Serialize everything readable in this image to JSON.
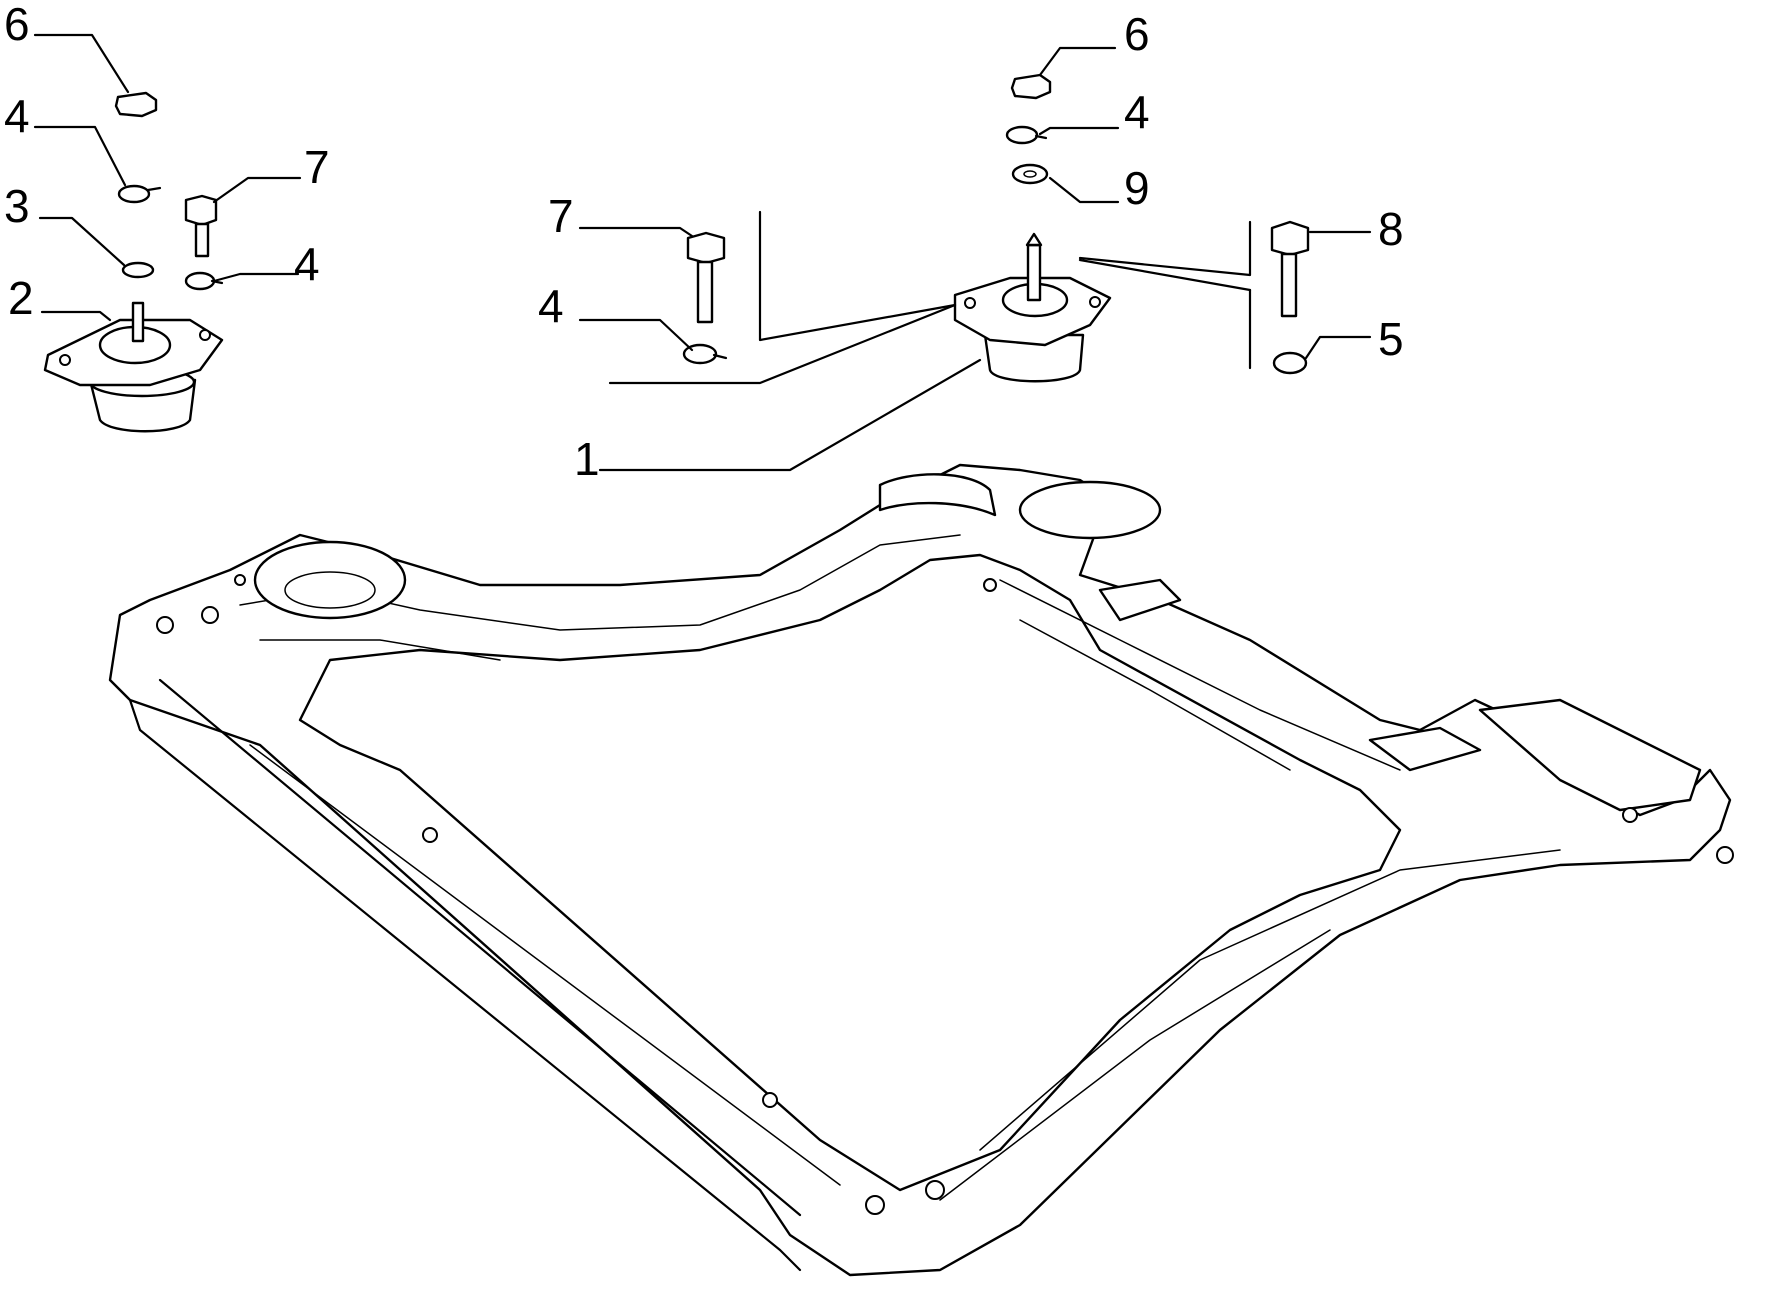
{
  "callouts": {
    "nut_left": "6",
    "washer_left_top": "4",
    "bolt_left": "7",
    "flat_washer_left": "3",
    "washer_left_mid": "4",
    "mount_left": "2",
    "nut_right": "6",
    "washer_right_top": "4",
    "flat_washer_right": "9",
    "bolt_center": "7",
    "bolt_right": "8",
    "washer_center": "4",
    "washer_right": "5",
    "mount_center": "1"
  }
}
